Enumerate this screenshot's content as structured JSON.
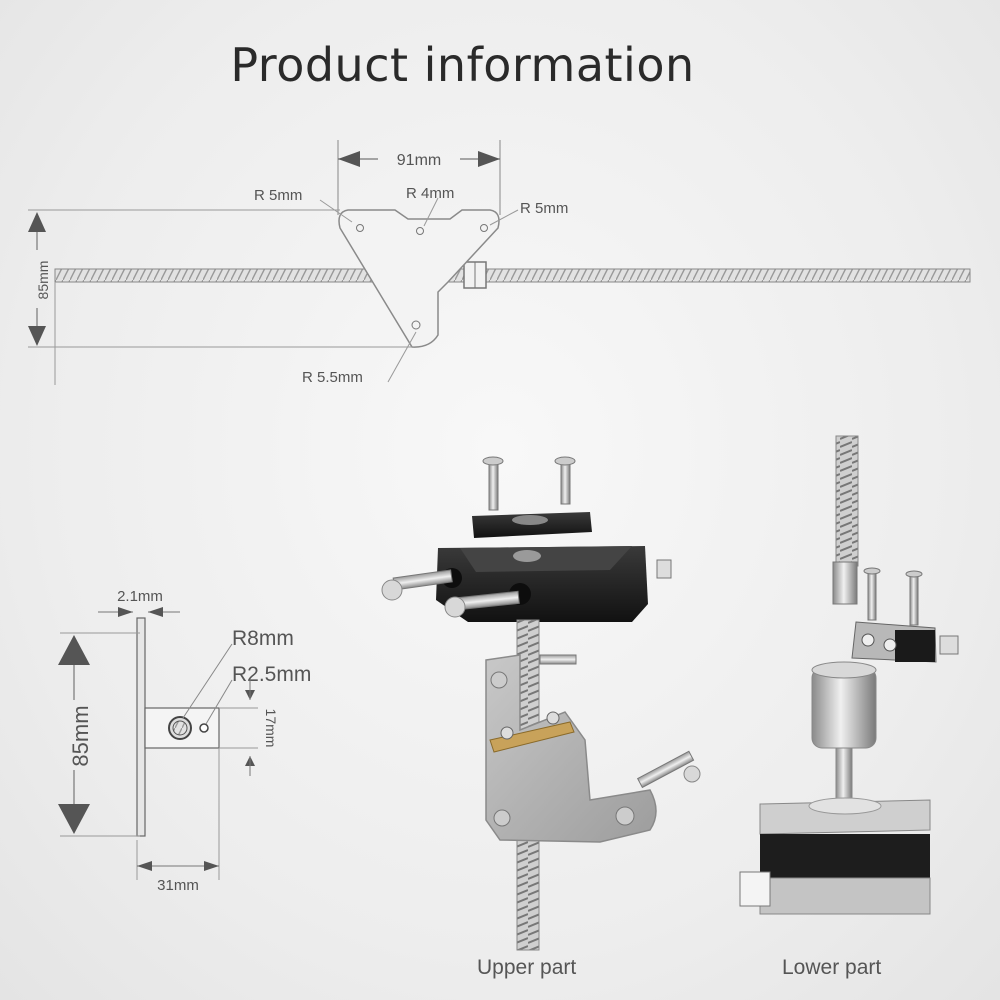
{
  "title": "Product information",
  "top_drawing": {
    "width_label": "91mm",
    "height_label": "85mm",
    "r_left": "R 5mm",
    "r_center": "R 4mm",
    "r_right": "R 5mm",
    "r_bottom": "R 5.5mm"
  },
  "side_drawing": {
    "width_top_label": "2.1mm",
    "height_label": "85mm",
    "r_large": "R8mm",
    "r_small": "R2.5mm",
    "boss_label": "17mm",
    "width_bottom_label": "31mm"
  },
  "captions": {
    "upper": "Upper part",
    "lower": "Lower part"
  }
}
